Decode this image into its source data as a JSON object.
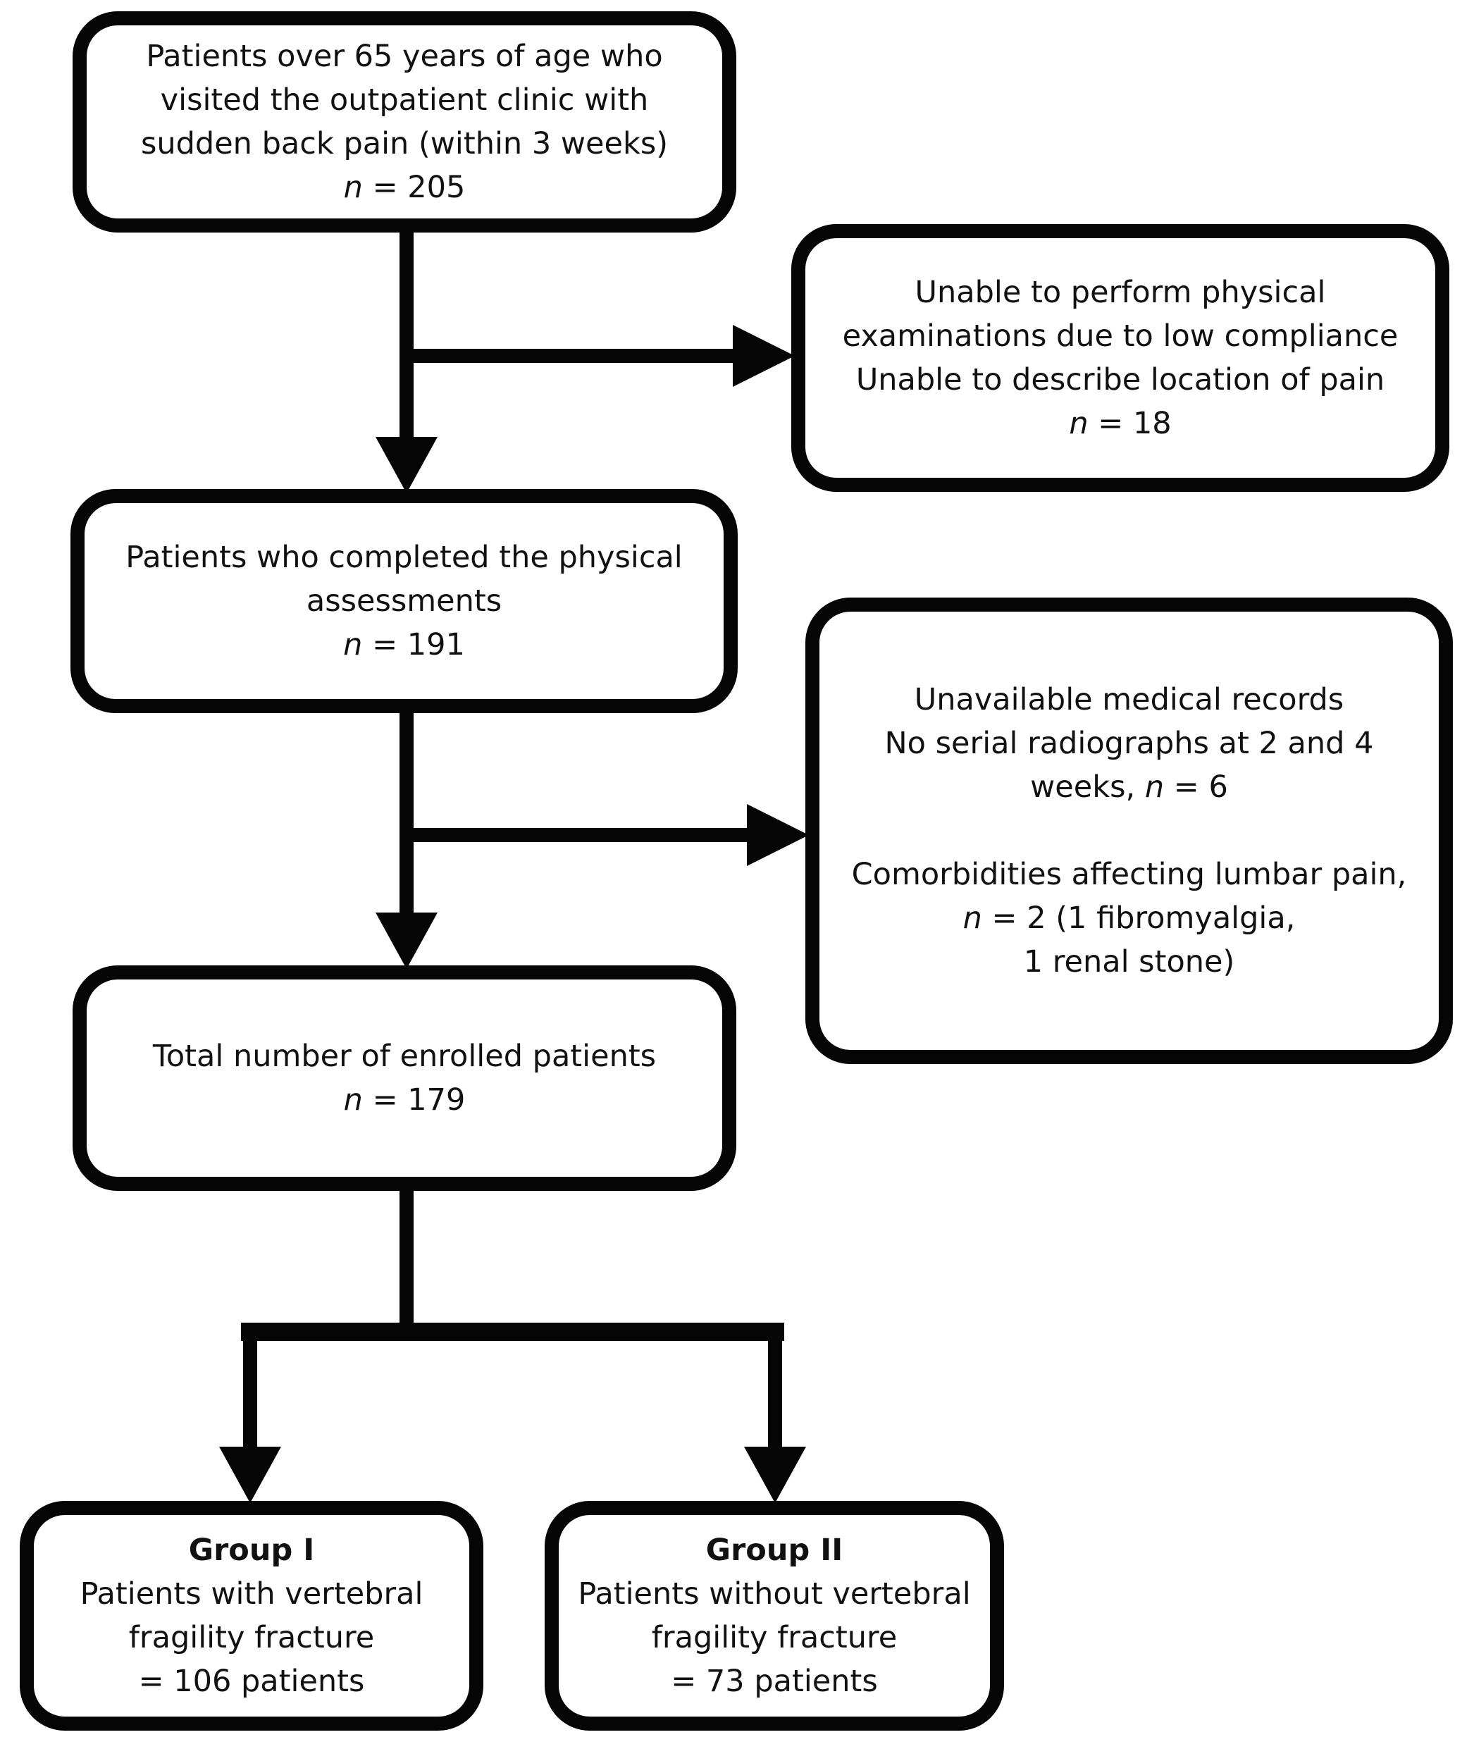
{
  "figure": {
    "background_color": "#ffffff",
    "line_color": "#050505",
    "text_color": "#111111"
  },
  "boxes": {
    "eligible": {
      "lines": [
        {
          "text": "Patients over 65 years of age who",
          "bold": false
        },
        {
          "text": "visited the outpatient clinic with",
          "bold": false
        },
        {
          "text": "sudden back pain (within 3 weeks)",
          "bold": false
        },
        {
          "text": "n = 205",
          "bold": false
        }
      ]
    },
    "excluded1": {
      "lines": [
        {
          "text": "Unable to perform physical",
          "bold": false
        },
        {
          "text": "examinations due to low compliance",
          "bold": false
        },
        {
          "text": "Unable to describe location of pain",
          "bold": false
        },
        {
          "text": "n = 18",
          "bold": false
        }
      ]
    },
    "completed": {
      "lines": [
        {
          "text": "Patients who completed the physical",
          "bold": false
        },
        {
          "text": "assessments",
          "bold": false
        },
        {
          "text": "n = 191",
          "bold": false
        }
      ]
    },
    "excluded2": {
      "lines": [
        {
          "text": "Unavailable medical records",
          "bold": false
        },
        {
          "text": "No serial radiographs at 2 and 4",
          "bold": false
        },
        {
          "text": "weeks, n = 6",
          "bold": false
        },
        {
          "text": "",
          "bold": false
        },
        {
          "text": "Comorbidities affecting lumbar pain,",
          "bold": false
        },
        {
          "text": "n = 2 (1 fibromyalgia,",
          "bold": false
        },
        {
          "text": "1 renal stone)",
          "bold": false
        }
      ]
    },
    "enrolled": {
      "lines": [
        {
          "text": "Total number of enrolled patients",
          "bold": false
        },
        {
          "text": "n = 179",
          "bold": false
        }
      ]
    },
    "group1": {
      "lines": [
        {
          "text": "Group I",
          "bold": true
        },
        {
          "text": "Patients with vertebral",
          "bold": false
        },
        {
          "text": "fragility fracture",
          "bold": false
        },
        {
          "text": "= 106 patients",
          "bold": false
        }
      ]
    },
    "group2": {
      "lines": [
        {
          "text": "Group II",
          "bold": true
        },
        {
          "text": "Patients without vertebral",
          "bold": false
        },
        {
          "text": "fragility fracture",
          "bold": false
        },
        {
          "text": "= 73 patients",
          "bold": false
        }
      ]
    }
  }
}
